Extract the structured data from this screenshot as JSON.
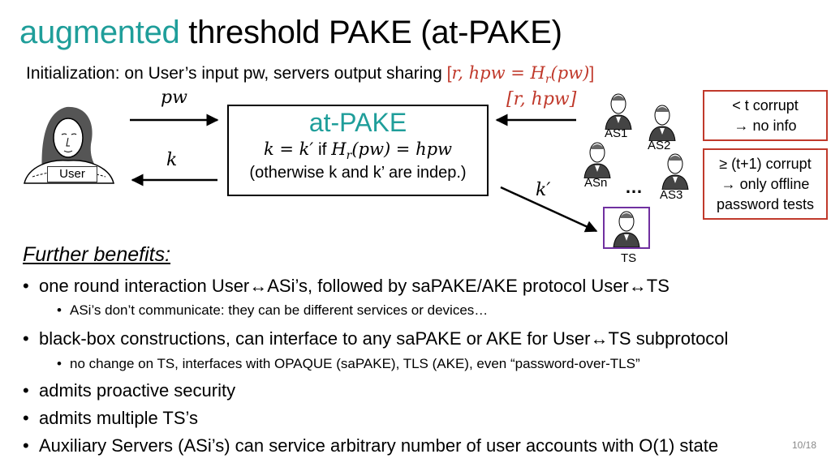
{
  "title": {
    "accent": "augmented",
    "rest": " threshold PAKE (at-PAKE)"
  },
  "init": {
    "prefix": "Initialization:  on User’s input pw, servers output sharing ",
    "share_open": "[",
    "share_r": "r",
    "share_mid": ", hpw = H",
    "share_sub": "r",
    "share_pw": "(pw)",
    "share_close": "]"
  },
  "diagram": {
    "pw_label": "pw",
    "k_label": "k",
    "kprime_label": "k′",
    "r_hpw_label": "[r, hpw]",
    "user_label": "User",
    "box": {
      "head": "at-PAKE",
      "eq_left": "k = k′",
      "eq_if": " if ",
      "eq_h": "H",
      "eq_sub": "r",
      "eq_right": "(pw) = hpw",
      "note": "(otherwise k and k’ are indep.)"
    },
    "servers": {
      "as1": "AS1",
      "as2": "AS2",
      "asn": "ASn",
      "as3": "AS3",
      "dots": "…",
      "ts": "TS"
    },
    "corrupt_box_1": {
      "line1": "< t corrupt",
      "line2": "→  no info"
    },
    "corrupt_box_2": {
      "line1": "≥ (t+1) corrupt",
      "line2": "→ only offline",
      "line3": "password tests"
    },
    "colors": {
      "accent": "#1f9e9a",
      "red": "#c0392b",
      "ts_border": "#7030a0"
    },
    "icons": [
      "person-portrait-icon",
      "server-person-icon"
    ]
  },
  "benefits": {
    "title": "Further benefits:",
    "b1": "one round interaction User↔ASi’s, followed by saPAKE/AKE protocol User↔TS",
    "b1_sub": "ASi’s don’t communicate: they can be different services or devices…",
    "b2": "black-box constructions, can interface to any saPAKE or AKE for User↔TS subprotocol",
    "b2_sub": "no change on TS, interfaces with OPAQUE (saPAKE), TLS (AKE), even “password-over-TLS”",
    "b3": "admits proactive security",
    "b4": "admits multiple TS’s",
    "b5": "Auxiliary Servers (ASi’s) can service arbitrary number of user accounts with O(1) state"
  },
  "page": "10/18"
}
